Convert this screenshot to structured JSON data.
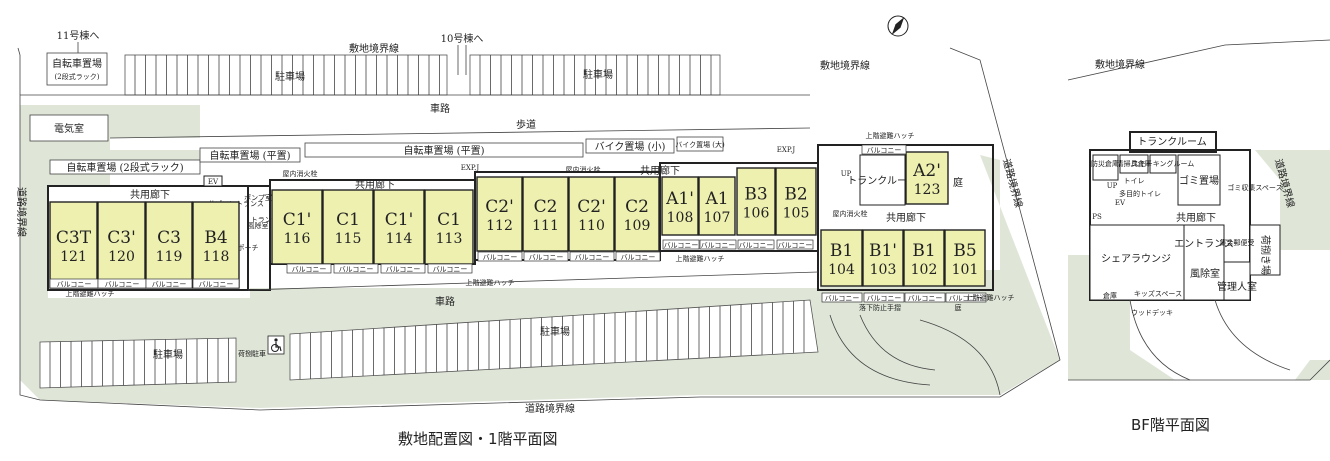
{
  "captions": {
    "main": "敷地配置図・1階平面図",
    "bf": "BF階平面図"
  },
  "site_labels": {
    "to_bldg11": "11号棟へ",
    "to_bldg10": "10号棟へ",
    "site_boundary": "敷地境界線",
    "road_boundary": "道路境界線",
    "bicycle_parking": "自転車置場",
    "two_tier_rack": "(2段式ラック)",
    "bicycle_parking_rack": "自転車置場 (2段式ラック)",
    "bicycle_parking_flat": "自転車置場 (平置)",
    "bike_parking_small": "バイク置場 (小)",
    "bike_parking_large": "バイク置場 (大)",
    "parking": "駐車場",
    "roadway": "車路",
    "sidewalk": "歩道",
    "electrical_room": "電気室",
    "common_corridor": "共用廊下",
    "balcony": "バルコニー",
    "upper_evac_hatch": "上階避難ハッチ",
    "indoor_hydrant": "屋内消火栓",
    "exp_j": "EXP.J",
    "trunk_room": "トランクルーム",
    "sub_entrance": "サブエントランス",
    "pump_room": "ポンプ室",
    "wind_room": "風除室",
    "porch": "ポーチ",
    "garden": "庭",
    "fall_prevention_fence": "落下防止手摺",
    "loading_space": "荷捌駐車",
    "elevator": "EV",
    "up": "UP"
  },
  "units": [
    {
      "id": "C3T",
      "no": "121"
    },
    {
      "id": "C3'",
      "no": "120"
    },
    {
      "id": "C3",
      "no": "119"
    },
    {
      "id": "B4",
      "no": "118"
    },
    {
      "id": "C1'",
      "no": "116"
    },
    {
      "id": "C1",
      "no": "115"
    },
    {
      "id": "C1'",
      "no": "114"
    },
    {
      "id": "C1",
      "no": "113"
    },
    {
      "id": "C2'",
      "no": "112"
    },
    {
      "id": "C2",
      "no": "111"
    },
    {
      "id": "C2'",
      "no": "110"
    },
    {
      "id": "C2",
      "no": "109"
    },
    {
      "id": "A1'",
      "no": "108"
    },
    {
      "id": "A1",
      "no": "107"
    },
    {
      "id": "B3",
      "no": "106"
    },
    {
      "id": "B2",
      "no": "105"
    },
    {
      "id": "A2'",
      "no": "123"
    },
    {
      "id": "B1",
      "no": "104"
    },
    {
      "id": "B1'",
      "no": "103"
    },
    {
      "id": "B1",
      "no": "102"
    },
    {
      "id": "B5",
      "no": "101"
    }
  ],
  "bf_labels": {
    "trunk_room": "トランクルーム",
    "disaster_storage": "防災倉庫",
    "cleaning_storage": "清掃具倉庫",
    "toilet": "トイレ",
    "multi_toilet": "多目的トイレ",
    "smoking_room": "スモーキングルーム",
    "garbage": "ゴミ置場",
    "garbage_collection": "ゴミ収集スペース",
    "common_corridor": "共用廊下",
    "share_lounge": "シェアラウンジ",
    "entrance": "エントランス",
    "wind_room": "風除室",
    "mail_delivery": "集合郵便受",
    "manager_room": "管理人室",
    "warehouse": "倉庫",
    "kids_space": "キッズスペース",
    "wood_deck": "ウッドデッキ",
    "loading_area": "荷捌き場",
    "ps": "PS",
    "elevator": "EV",
    "up": "UP",
    "road_boundary": "道路境界線",
    "site_boundary": "敷地境界線"
  }
}
